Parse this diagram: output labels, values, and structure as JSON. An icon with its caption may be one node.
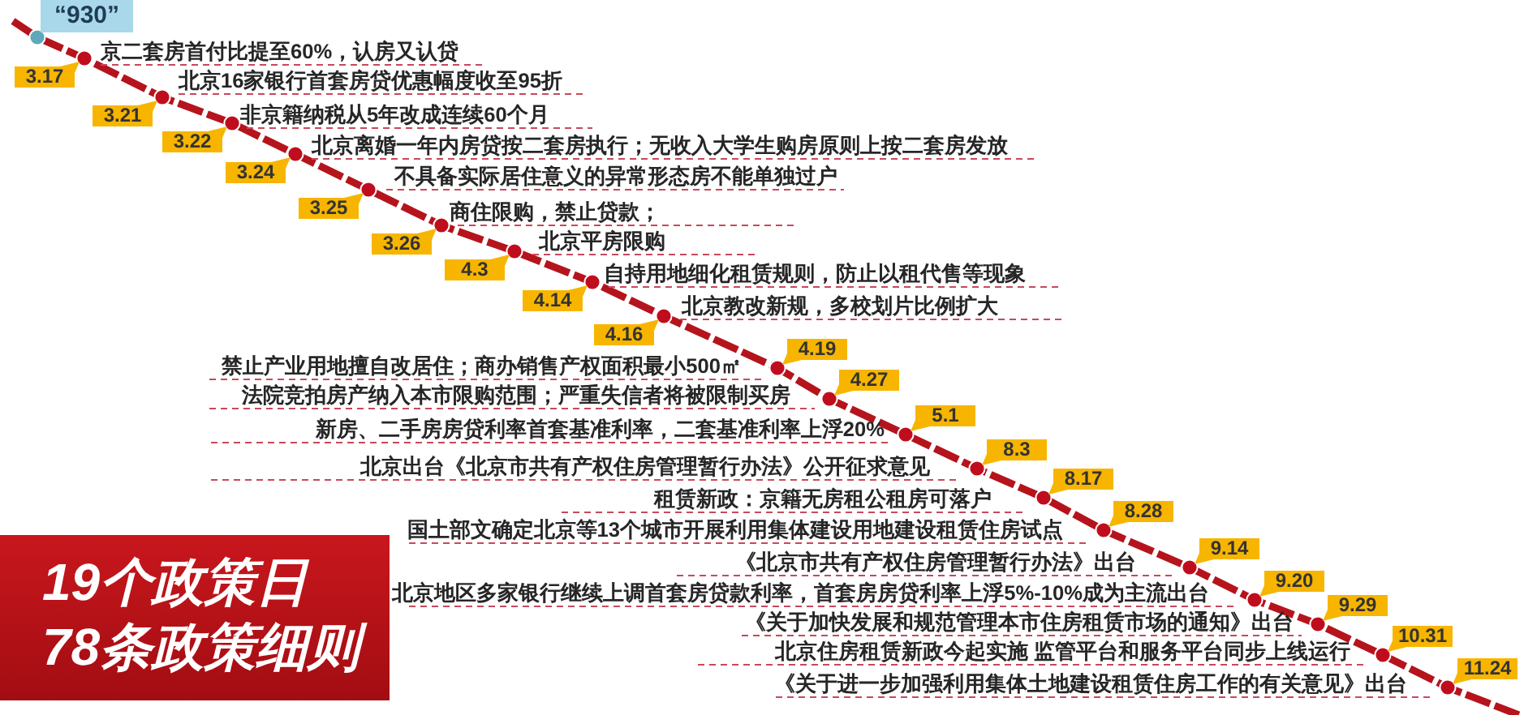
{
  "diagram": {
    "nodes": [
      {
        "text": [
          "“930”"
        ]
      },
      {
        "text": [
          "3.17"
        ]
      },
      {
        "text": [
          "3.21"
        ]
      },
      {
        "text": [
          "3.22"
        ]
      },
      {
        "text": [
          "3.24"
        ]
      },
      {
        "text": [
          "3.25"
        ]
      },
      {
        "text": [
          "3.26"
        ]
      },
      {
        "text": [
          "4.3"
        ]
      },
      {
        "text": [
          "4.14"
        ]
      },
      {
        "text": [
          "4.16"
        ]
      },
      {
        "text": [
          "4.19"
        ]
      },
      {
        "text": [
          "4.27"
        ]
      },
      {
        "text": [
          "5.1"
        ]
      },
      {
        "text": [
          "8.3"
        ]
      },
      {
        "text": [
          "8.17"
        ]
      },
      {
        "text": [
          "8.28"
        ]
      },
      {
        "text": [
          "9.14"
        ]
      },
      {
        "text": [
          "9.20"
        ]
      },
      {
        "text": [
          "9.29"
        ]
      },
      {
        "text": [
          "10.31"
        ]
      },
      {
        "text": [
          "11.24"
        ]
      },
      {
        "text": [
          "19个政策日",
          "78条政策细则"
        ]
      }
    ],
    "labels": [
      "京二套房首付比提至60%，认房又认贷",
      "北京16家银行首套房贷优惠幅度收至95折",
      "非京籍纳税从5年改成连续60个月",
      "北京离婚一年内房贷按二套房执行；无收入大学生购房原则上按二套房发放",
      "不具备实际居住意义的异常形态房不能单独过户",
      "商住限购，禁止贷款；",
      "北京平房限购",
      "自持用地细化租赁规则，防止以租代售等现象",
      "北京教改新规，多校划片比例扩大",
      "禁止产业用地擅自改居住；商办销售产权面积最小500㎡",
      "法院竞拍房产纳入本市限购范围；严重失信者将被限制买房",
      "新房、二手房房贷利率首套基准利率，二套基准利率上浮20%",
      "北京出台《北京市共有产权住房管理暂行办法》公开征求意见",
      "租赁新政：京籍无房租公租房可落户",
      "国土部文确定北京等13个城市开展利用集体建设用地建设租赁住房试点",
      "《北京市共有产权住房管理暂行办法》出台",
      "北京地区多家银行继续上调首套房贷款利率，首套房房贷利率上浮5%-10%成为主流出台",
      "《关于加快发展和规范管理本市住房租赁市场的通知》出台",
      "北京住房租赁新政今起实施 监管平台和服务平台同步上线运行",
      "《关于进一步加强利用集体土地建设租赁住房工作的有关意见》出台"
    ]
  }
}
